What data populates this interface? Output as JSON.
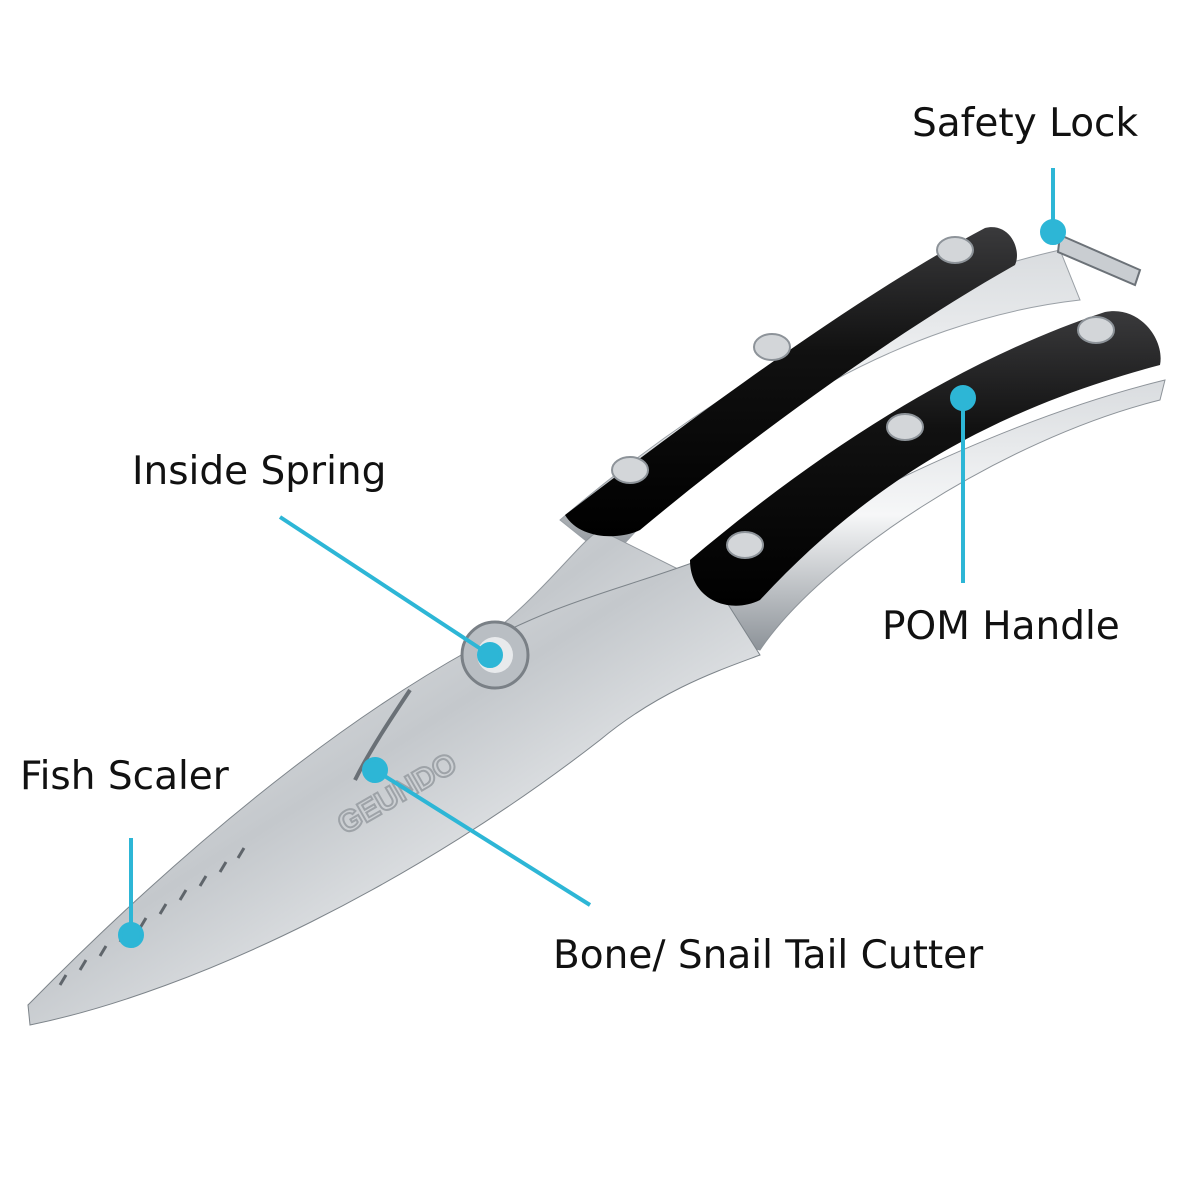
{
  "product": {
    "logo_text": "GEUNDO",
    "accent_color": "#2db6d6"
  },
  "callouts": [
    {
      "id": "safety-lock",
      "label": "Safety Lock"
    },
    {
      "id": "inside-spring",
      "label": "Inside Spring"
    },
    {
      "id": "pom-handle",
      "label": "POM Handle"
    },
    {
      "id": "fish-scaler",
      "label": "Fish Scaler"
    },
    {
      "id": "bone-cutter",
      "label": "Bone/ Snail Tail Cutter"
    }
  ]
}
